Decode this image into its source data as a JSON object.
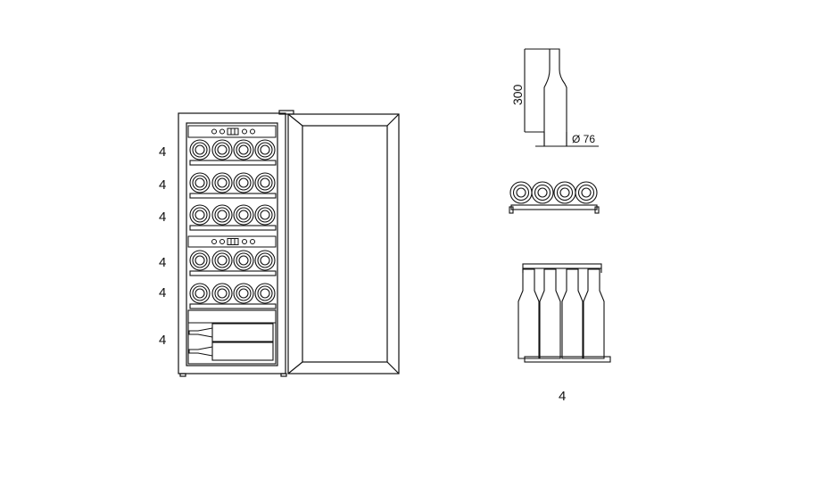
{
  "cabinet": {
    "shelf_counts": [
      "4",
      "4",
      "4",
      "4",
      "4",
      "4"
    ]
  },
  "bottle_spec": {
    "height": "300",
    "diameter": "Ø 76"
  },
  "shelf_side_view": {
    "count": "4"
  },
  "colors": {
    "line": "#111111",
    "background": "#ffffff"
  }
}
